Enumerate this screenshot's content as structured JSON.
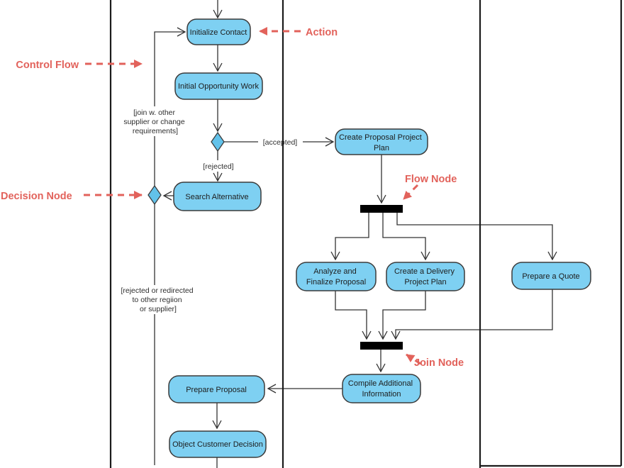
{
  "colors": {
    "annotation": "#e2625b",
    "node_fill": "#7ed0f2",
    "diamond_fill": "#62c2ea",
    "node_border": "#3b3b3b",
    "lane_line": "#1b1b1b",
    "flow_line": "#333333",
    "bar_fill": "#000000"
  },
  "annotations": {
    "control_flow": "Control Flow",
    "action": "Action",
    "decision_node": "Decision Node",
    "flow_node": "Flow Node",
    "join_node": "Join Node"
  },
  "nodes": {
    "initialize_contact": {
      "label": "Initialize Contact"
    },
    "initial_opportunity_work": {
      "label": "Initial Opportunity Work"
    },
    "create_proposal_project_plan": {
      "line1": "Create Proposal Project",
      "line2": "Plan"
    },
    "search_alternative": {
      "label": "Search Alternative"
    },
    "analyze_and_finalize_proposal": {
      "line1": "Analyze and",
      "line2": "Finalize Proposal"
    },
    "create_a_delivery_project_plan": {
      "line1": "Create a Delivery",
      "line2": "Project Plan"
    },
    "prepare_a_quote": {
      "label": "Prepare a Quote"
    },
    "compile_additional_information": {
      "line1": "Compile Additional",
      "line2": "Information"
    },
    "prepare_proposal": {
      "label": "Prepare Proposal"
    },
    "object_customer_decision": {
      "label": "Object Customer Decision"
    }
  },
  "guards": {
    "accepted": "[accepted]",
    "rejected": "[rejected]",
    "join_with_other": {
      "line1": "[join w. other",
      "line2": "supplier or change",
      "line3": "requirements]"
    },
    "rejected_or_redirected": {
      "line1": "[rejected or redirected",
      "line2": "to other regiion",
      "line3": "or supplier]"
    }
  }
}
